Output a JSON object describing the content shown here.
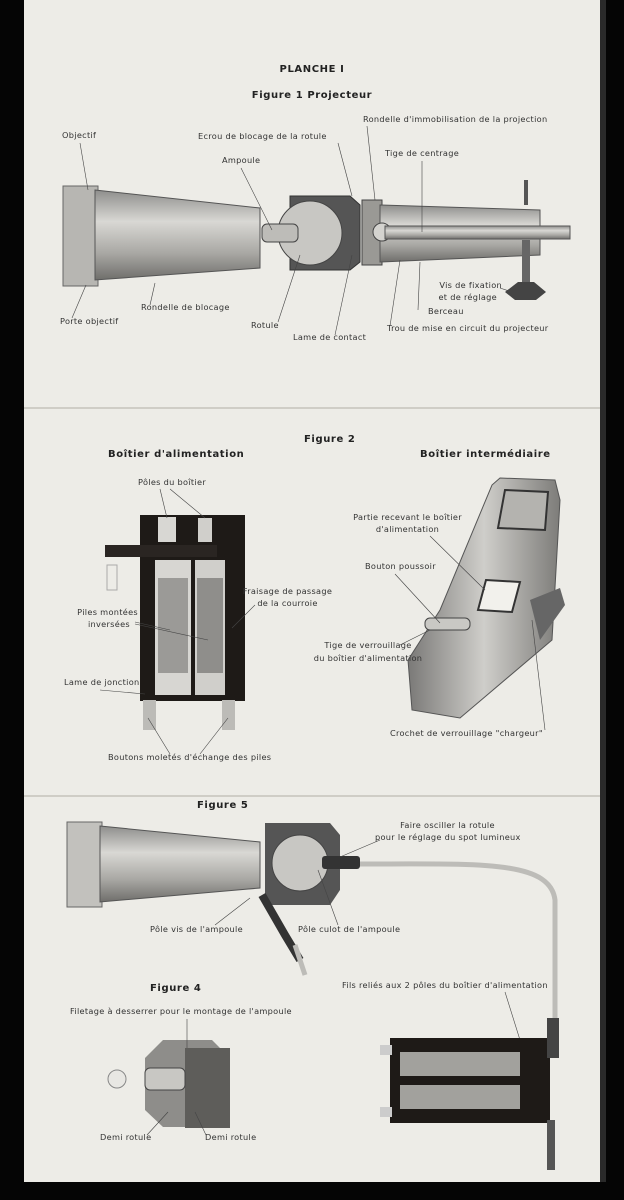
{
  "planche": "PLANCHE I",
  "fig1": {
    "title": "Figure 1 Projecteur",
    "labels": {
      "objectif": "Objectif",
      "ecrou": "Ecrou de blocage de la rotule",
      "rondelle_immo": "Rondelle d'immobilisation de la projection",
      "ampoule": "Ampoule",
      "tige": "Tige de centrage",
      "vis1": "Vis de fixation",
      "vis2": "et de réglage",
      "porte": "Porte objectif",
      "rondelle_blocage": "Rondelle de blocage",
      "rotule": "Rotule",
      "lame": "Lame de contact",
      "berceau": "Berceau",
      "trou": "Trou de mise en circuit du projecteur"
    }
  },
  "fig2": {
    "title": "Figure 2",
    "left_title": "Boîtier d'alimentation",
    "right_title": "Boîtier intermédiaire",
    "labels": {
      "poles": "Pôles du boîtier",
      "fraisage1": "Fraisage de passage",
      "fraisage2": "de la courroie",
      "piles1": "Piles montées",
      "piles2": "inversées",
      "lame": "Lame de jonction",
      "boutons": "Boutons moletés d'échange des piles",
      "partie1": "Partie recevant le boîtier",
      "partie2": "d'alimentation",
      "bouton": "Bouton poussoir",
      "tige1": "Tige de verrouillage",
      "tige2": "du boîtier d'alimentation",
      "crochet": "Crochet de verrouillage \"chargeur\""
    }
  },
  "fig5": {
    "title": "Figure 5",
    "labels": {
      "faire1": "Faire osciller la rotule",
      "faire2": "pour le réglage du spot lumineux",
      "pole_vis": "Pôle vis de l'ampoule",
      "pole_culot": "Pôle culot de l'ampoule",
      "fils": "Fils reliés aux 2 pôles du boîtier d'alimentation"
    }
  },
  "fig4": {
    "title": "Figure 4",
    "labels": {
      "filetage": "Filetage à desserrer pour le montage de l'ampoule",
      "demi1": "Demi rotule",
      "demi2": "Demi rotule"
    }
  }
}
